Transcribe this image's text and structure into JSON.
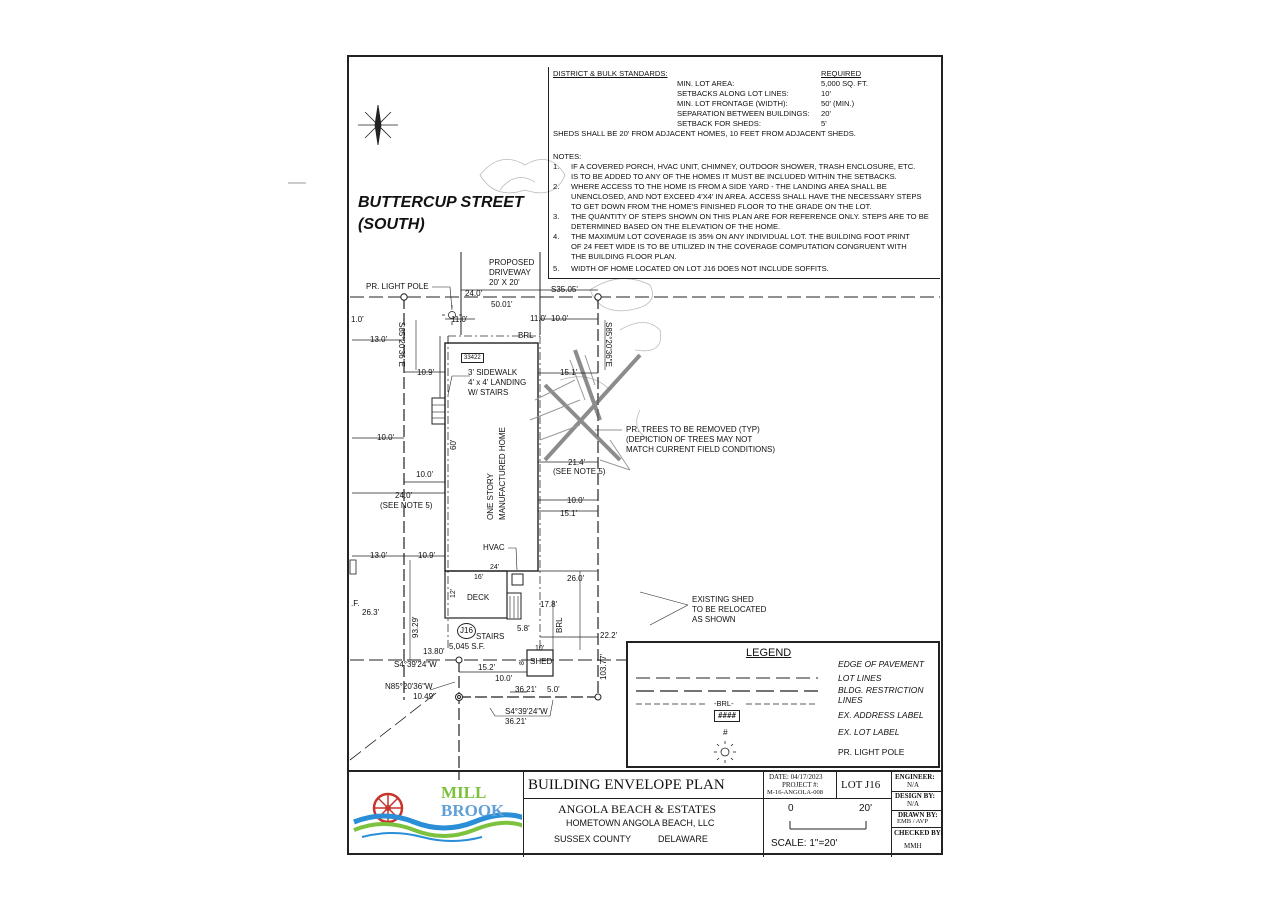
{
  "standards": {
    "heading": "DISTRICT & BULK STANDARDS:",
    "required_label": "REQUIRED",
    "rows": [
      {
        "label": "MIN. LOT AREA:",
        "value": "5,000 SQ. FT."
      },
      {
        "label": "SETBACKS ALONG LOT LINES:",
        "value": "10'"
      },
      {
        "label": "MIN. LOT FRONTAGE (WIDTH):",
        "value": "50' (MIN.)"
      },
      {
        "label": "SEPARATION BETWEEN BUILDINGS:",
        "value": "20'"
      },
      {
        "label": "SETBACK FOR SHEDS:",
        "value": "5'"
      }
    ],
    "shed_note": "SHEDS SHALL BE 20' FROM ADJACENT HOMES, 10 FEET FROM ADJACENT SHEDS."
  },
  "notes": {
    "heading": "NOTES:",
    "lines": [
      {
        "num": "1.",
        "text": "IF A COVERED PORCH, HVAC UNIT, CHIMNEY, OUTDOOR SHOWER, TRASH ENCLOSURE, ETC."
      },
      {
        "num": "",
        "text": "IS TO BE ADDED TO ANY OF THE HOMES IT MUST BE INCLUDED WITHIN THE SETBACKS."
      },
      {
        "num": "2.",
        "text": "WHERE ACCESS TO THE HOME IS FROM A SIDE YARD - THE LANDING AREA SHALL BE"
      },
      {
        "num": "",
        "text": "UNENCLOSED, AND NOT EXCEED 4'X4' IN AREA. ACCESS SHALL HAVE THE NECESSARY STEPS"
      },
      {
        "num": "",
        "text": "TO GET DOWN FROM THE HOME'S FINISHED FLOOR TO THE GRADE ON THE LOT."
      },
      {
        "num": "3.",
        "text": "THE QUANTITY OF STEPS SHOWN ON THIS PLAN ARE FOR REFERENCE ONLY. STEPS ARE TO BE"
      },
      {
        "num": "",
        "text": "DETERMINED BASED ON THE ELEVATION OF THE HOME."
      },
      {
        "num": "4.",
        "text": "THE MAXIMUM LOT COVERAGE IS 35% ON ANY INDIVIDUAL LOT. THE BUILDING FOOT PRINT"
      },
      {
        "num": "",
        "text": "OF 24 FEET WIDE IS TO BE UTILIZED IN THE COVERAGE COMPUTATION CONGRUENT WITH"
      },
      {
        "num": "",
        "text": "THE BUILDING FLOOR PLAN."
      },
      {
        "num": "5.",
        "text": "WIDTH OF HOME LOCATED ON LOT J16 DOES NOT INCLUDE SOFFITS."
      }
    ]
  },
  "street": {
    "name": "BUTTERCUP STREET",
    "direction": "(SOUTH)"
  },
  "plan": {
    "driveway": [
      "PROPOSED",
      "DRIVEWAY",
      "20' X 20'"
    ],
    "light_pole": "PR. LIGHT POLE",
    "dim_24_top": "24.0'",
    "dim_frontage": "50.01'",
    "bearing_top": "S35.05'",
    "dim_11_left": "11.0'",
    "dim_11_right": "11.0'",
    "dim_10_right": "10.0'",
    "dim_1": "1.0'",
    "dim_13_top": "13.0'",
    "bearing_left": "S85°20'36\"E",
    "bearing_right": "S85°20'36\"E",
    "brl": "BRL",
    "address": "33422",
    "dim_109_top": "10.9'",
    "sidewalk": [
      "3' SIDEWALK",
      "4' x 4' LANDING",
      "W/ STAIRS"
    ],
    "dim_151_top": "15.1'",
    "trees": [
      "PR. TREES TO BE REMOVED (TYP)",
      "(DEPICTION OF TREES MAY NOT",
      "MATCH CURRENT FIELD CONDITIONS)"
    ],
    "dim_10_left": "10.0'",
    "dim_10_inner": "10.0'",
    "dim_60": "60'",
    "home": [
      "ONE STORY",
      "MANUFACTURED HOME"
    ],
    "dim_214": "21.4'",
    "see_note_right": "(SEE NOTE 5)",
    "dim_24_left": "24.0'",
    "see_note_left": "(SEE NOTE 5)",
    "dim_10_right2": "10.0'",
    "dim_151_bottom": "15.1'",
    "hvac": "HVAC",
    "dim_13_bottom": "13.0'",
    "dim_109_bottom": "10.9'",
    "dim_24_deck": "24'",
    "dim_16_deck": "16'",
    "dim_260": "26.0'",
    "deck": "DECK",
    "dim_12_deck": "12'",
    "dim_178": "17.8'",
    "sf_left": ".F.",
    "dim_263": "26.3'",
    "existing_shed": [
      "EXISTING SHED",
      "TO BE RELOCATED",
      "AS SHOWN"
    ],
    "dim_9329": "93.29'",
    "lot": "J16",
    "stairs": "STAIRS",
    "dim_58": "5.8'",
    "brl_vertical": "BRL",
    "dim_222": "22.2'",
    "lot_area": "5,045 S.F.",
    "dim_1380": "13.80'",
    "dim_10_shed": "10'",
    "bearing_s4_top": "S4°39'24\"W",
    "dim_152": "15.2'",
    "shed": "SHED",
    "dim_8_shed": "8'",
    "dim_10377": "103.77'",
    "bearing_n85": "N85°20'36\"W",
    "dim_1049": "10.49'",
    "dim_10_low": "10.0'",
    "dim_3621_a": "36.21'",
    "dim_50_low": "5.0'",
    "bearing_s4_bottom": "S4°39'24\"W",
    "dim_3621_b": "36.21'"
  },
  "legend": {
    "title": "LEGEND",
    "items": [
      {
        "symbol": "",
        "label": "EDGE OF PAVEMENT"
      },
      {
        "symbol": "",
        "label": "LOT LINES"
      },
      {
        "symbol": "-BRL-",
        "label": "BLDG. RESTRICTION"
      },
      {
        "symbol": "",
        "label": "LINES"
      },
      {
        "symbol": "####",
        "label": "EX. ADDRESS LABEL"
      },
      {
        "symbol": "#",
        "label": "EX. LOT LABEL"
      },
      {
        "symbol": "",
        "label": "PR. LIGHT POLE"
      }
    ]
  },
  "title_block": {
    "logo_line1": "MILL",
    "logo_line2": "BROOK",
    "plan_title": "BUILDING ENVELOPE PLAN",
    "date": "DATE: 04/17/2023",
    "project_label": "PROJECT #:",
    "project_number": "M-16-ANGOLA-008",
    "lot": "LOT J16",
    "project_name": "ANGOLA BEACH & ESTATES",
    "owner": "HOMETOWN ANGOLA BEACH, LLC",
    "county": "SUSSEX COUNTY",
    "state": "DELAWARE",
    "scale_zero": "0",
    "scale_twenty": "20'",
    "scale": "SCALE:   1\"=20'",
    "engineer_label": "ENGINEER:",
    "engineer_value": "N/A",
    "design_label": "DESIGN BY:",
    "design_value": "N/A",
    "drawn_label": "DRAWN BY:",
    "drawn_value": "EMB / AVP",
    "checked_label": "CHECKED BY:",
    "checked_value": "MMH"
  },
  "colors": {
    "logo_blue": "#2a8fd6",
    "logo_green": "#7cc23e",
    "logo_red": "#c8342b",
    "logo_text": "#5fa0d8"
  }
}
